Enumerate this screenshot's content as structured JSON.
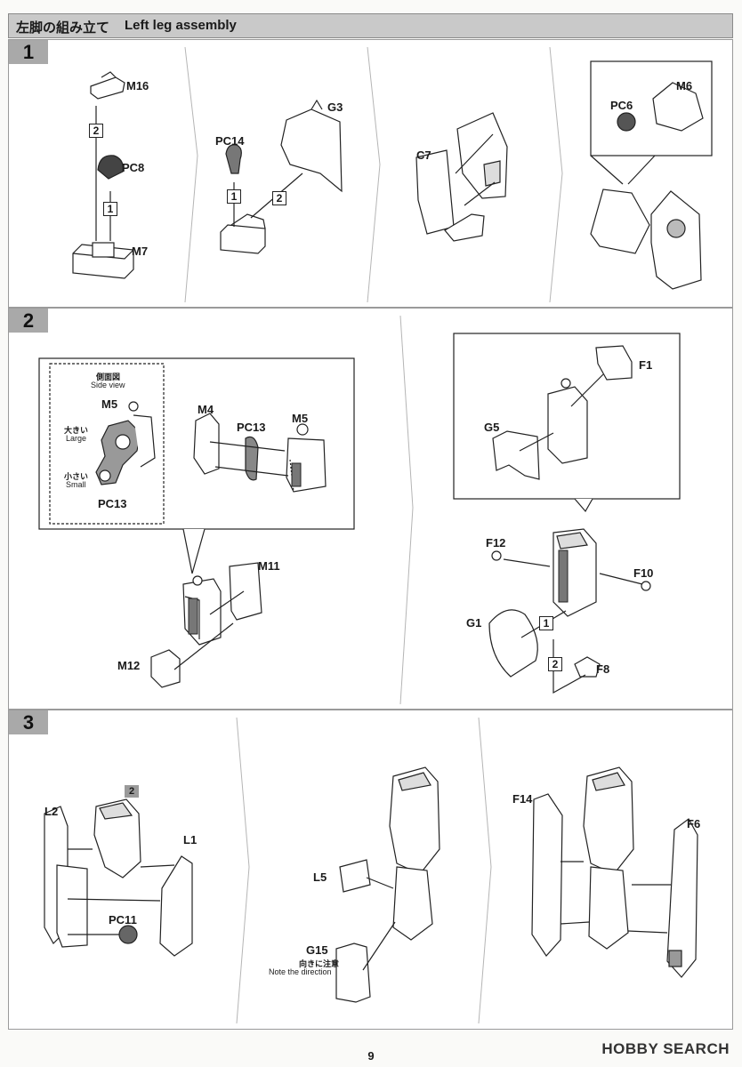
{
  "header": {
    "title_jp": "左脚の組み立て",
    "title_en": "Left leg assembly"
  },
  "steps": [
    {
      "number": "1",
      "labels": {
        "m16": "M16",
        "pc8": "PC8",
        "m7": "M7",
        "pc14": "PC14",
        "g3": "G3",
        "c7": "C7",
        "pc6": "PC6",
        "m6": "M6"
      },
      "order_badges": [
        "2",
        "1",
        "1",
        "2"
      ]
    },
    {
      "number": "2",
      "labels": {
        "side_view_jp": "側面図",
        "side_view_en": "Side view",
        "m5a": "M5",
        "large_jp": "大きい",
        "large_en": "Large",
        "small_jp": "小さい",
        "small_en": "Small",
        "pc13a": "PC13",
        "m4": "M4",
        "pc13b": "PC13",
        "m5b": "M5",
        "m11": "M11",
        "m12": "M12",
        "f1": "F1",
        "g5": "G5",
        "f12": "F12",
        "f10": "F10",
        "g1": "G1",
        "f8": "F8"
      },
      "order_badges": [
        "1",
        "2"
      ]
    },
    {
      "number": "3",
      "labels": {
        "ref_step": "2",
        "l2": "L2",
        "l1": "L1",
        "pc11": "PC11",
        "l5": "L5",
        "g15": "G15",
        "direction_jp": "向きに注意",
        "direction_en": "Note the direction",
        "f14": "F14",
        "f6": "F6"
      }
    }
  ],
  "footer": {
    "page_number": "9",
    "watermark": "HOBBY SEARCH"
  }
}
